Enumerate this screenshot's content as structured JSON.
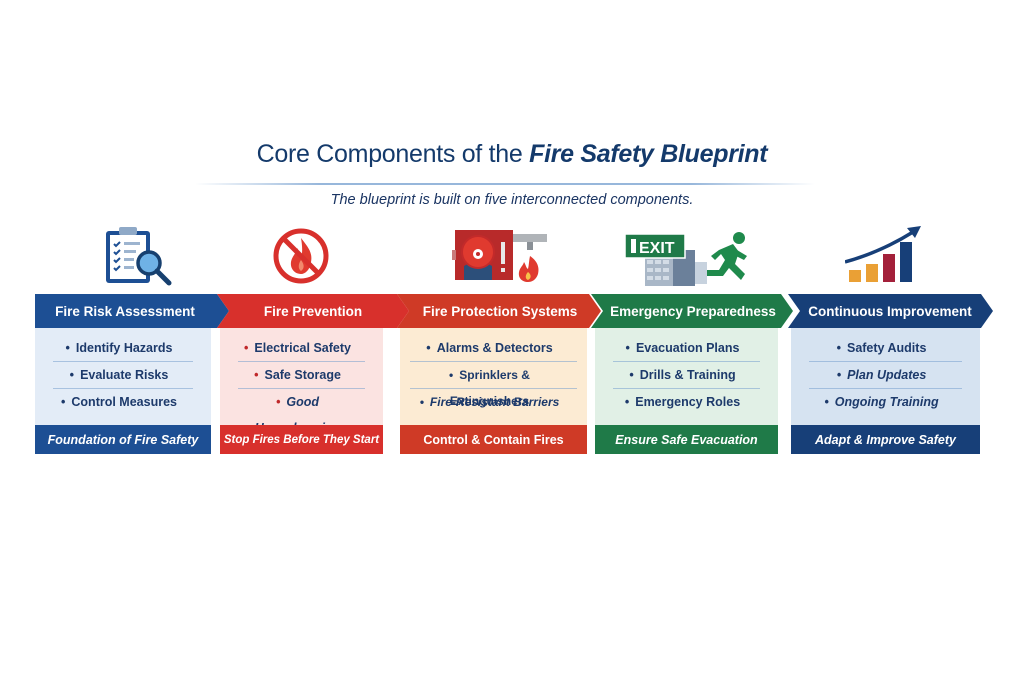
{
  "header": {
    "title_plain": "Core Components of the",
    "title_emphasis": "Fire Safety Blueprint",
    "subtitle": "The blueprint is built on five interconnected components."
  },
  "components": [
    {
      "title": "Fire Risk Assessment",
      "icon": "clipboard-magnifier-icon",
      "items": [
        "Identify Hazards",
        "Evaluate Risks",
        "Control Measures"
      ],
      "footer": "Foundation of Fire Safety",
      "colors": {
        "header": "#1d4f94",
        "body": "#e3ecf7",
        "footer": "#1d4f94",
        "bullet": "#1d3a6b"
      }
    },
    {
      "title": "Fire Prevention",
      "icon": "no-fire-icon",
      "items": [
        "Electrical Safety",
        "Safe Storage",
        "Good Housekeeping"
      ],
      "footer": "Stop Fires Before They Start",
      "colors": {
        "header": "#d8302c",
        "body": "#fbe3e1",
        "footer": "#d8302c",
        "bullet": "#c0282a"
      }
    },
    {
      "title": "Fire Protection Systems",
      "icon": "fire-alarm-sprinkler-icon",
      "items": [
        "Alarms & Detectors",
        "Sprinklers & Extinguishers",
        "Fire-Resistant Barriers"
      ],
      "footer": "Control & Contain Fires",
      "colors": {
        "header": "#cf3a26",
        "body": "#fcebd3",
        "footer": "#cf3a26",
        "bullet": "#1d3a6b"
      }
    },
    {
      "title": "Emergency Preparedness",
      "icon": "exit-sign-running-man-icon",
      "items": [
        "Evacuation Plans",
        "Drills & Training",
        "Emergency Roles"
      ],
      "footer": "Ensure Safe Evacuation",
      "colors": {
        "header": "#1f7a48",
        "body": "#e1f0e6",
        "footer": "#1f7a48",
        "bullet": "#1d3a6b"
      }
    },
    {
      "title": "Continuous Improvement",
      "icon": "rising-bar-chart-icon",
      "items": [
        "Safety Audits",
        "Plan Updates",
        "Ongoing Training"
      ],
      "footer": "Adapt & Improve Safety",
      "colors": {
        "header": "#173f78",
        "body": "#d6e3f1",
        "footer": "#173f78",
        "bullet": "#1d3a6b"
      }
    }
  ]
}
